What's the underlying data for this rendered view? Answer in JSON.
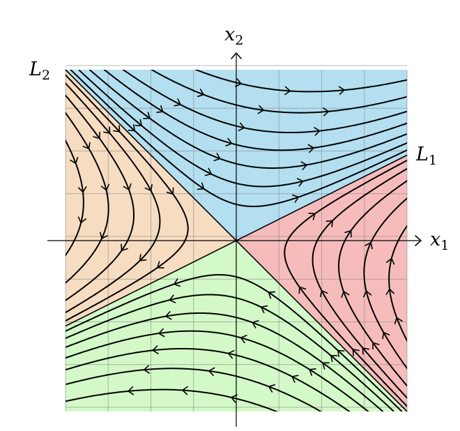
{
  "labels": {
    "x1_axis": {
      "base": "x",
      "sub": "1"
    },
    "x2_axis": {
      "base": "x",
      "sub": "2"
    },
    "line1": {
      "base": "L",
      "sub": "1"
    },
    "line2": {
      "base": "L",
      "sub": "2"
    }
  },
  "colors": {
    "top_region": "#b3dff0",
    "right_region": "#f6bcbc",
    "bottom_region": "#d2f9c7",
    "left_region": "#f6dcc1",
    "trajectory": "#000000",
    "grid": "#808080"
  },
  "diagram": {
    "type": "phase-portrait",
    "eigenline_L1_slope": 0.5,
    "eigenline_L2_slope": -1,
    "flow_along_L1": "outward",
    "flow_along_L2": "inward",
    "grid": true
  }
}
